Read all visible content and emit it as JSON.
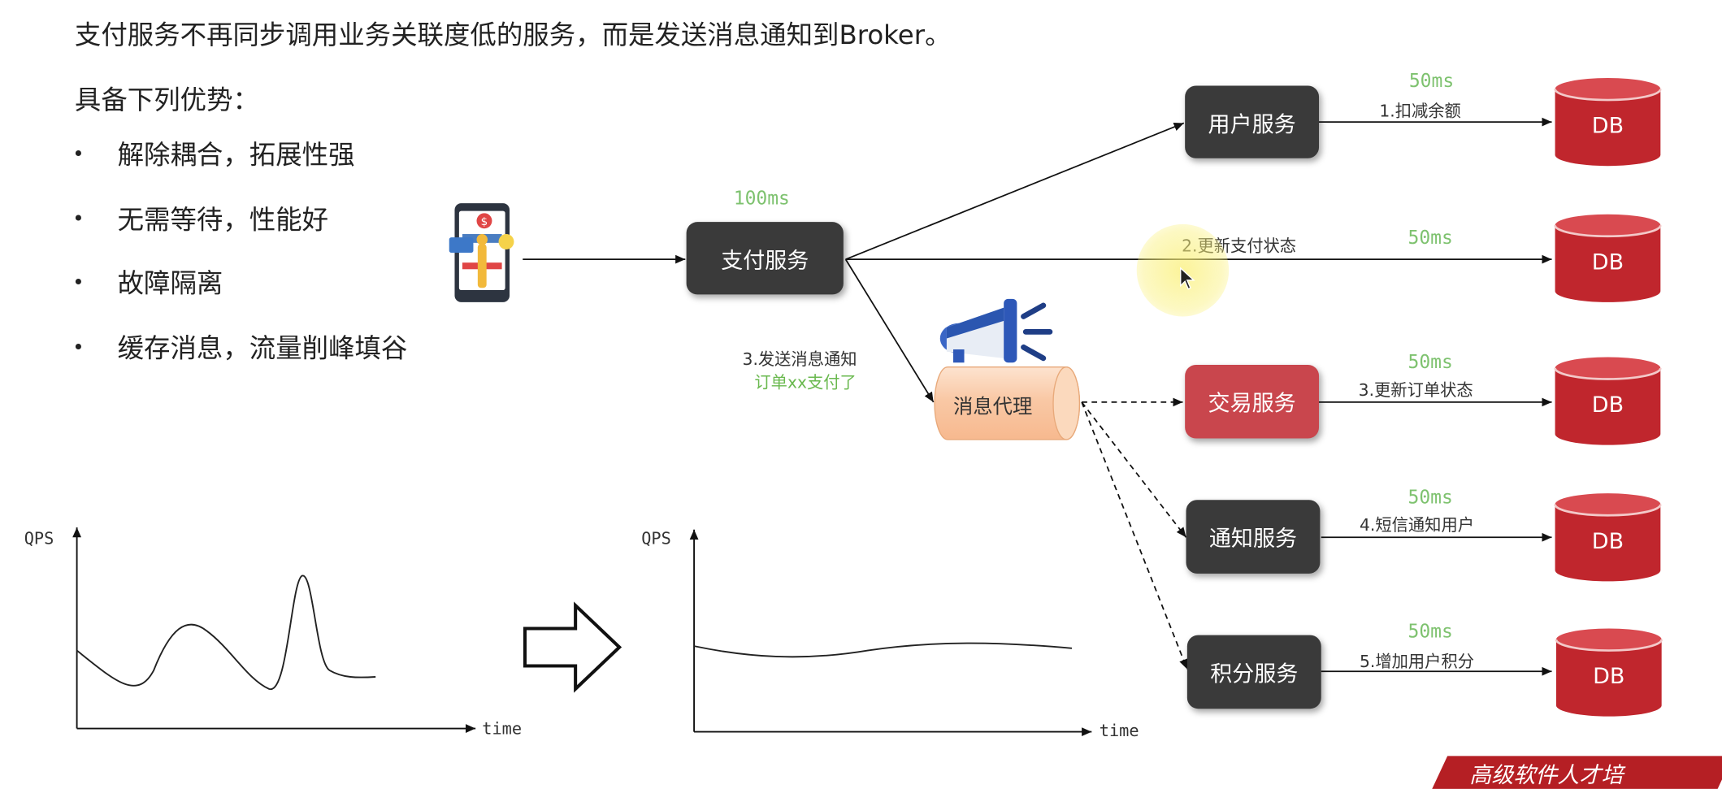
{
  "intro": "支付服务不再同步调用业务关联度低的服务，而是发送消息通知到Broker。",
  "subtitle": "具备下列优势：",
  "advantages": [
    "解除耦合，拓展性强",
    "无需等待，性能好",
    "故障隔离",
    "缓存消息，流量削峰填谷"
  ],
  "bullet": "•",
  "diagram": {
    "pay_service": "支付服务",
    "pay_time": "100ms",
    "broker": "消息代理",
    "broker_msg_line1": "3.发送消息通知",
    "broker_msg_line2": "订单xx支付了",
    "services": [
      {
        "name": "用户服务",
        "step": "1.扣减余额",
        "time": "50ms",
        "db": "DB",
        "highlight": false
      },
      {
        "name": "交易服务",
        "step": "3.更新订单状态",
        "time": "50ms",
        "db": "DB",
        "highlight": true
      },
      {
        "name": "通知服务",
        "step": "4.短信通知用户",
        "time": "50ms",
        "db": "DB",
        "highlight": false
      },
      {
        "name": "积分服务",
        "step": "5.增加用户积分",
        "time": "50ms",
        "db": "DB",
        "highlight": false
      }
    ],
    "direct": {
      "step": "2.更新支付状态",
      "time": "50ms",
      "db": "DB"
    }
  },
  "charts": {
    "left": {
      "ylabel": "QPS",
      "xlabel": "time"
    },
    "right": {
      "ylabel": "QPS",
      "xlabel": "time"
    }
  },
  "banner_text": "高级软件人才培",
  "colors": {
    "green": "#7ec26f",
    "db_red": "#c0262d",
    "service_dark": "#3a3a3a",
    "service_highlight": "#c9464d",
    "broker_orange": "#f7c9a4"
  }
}
